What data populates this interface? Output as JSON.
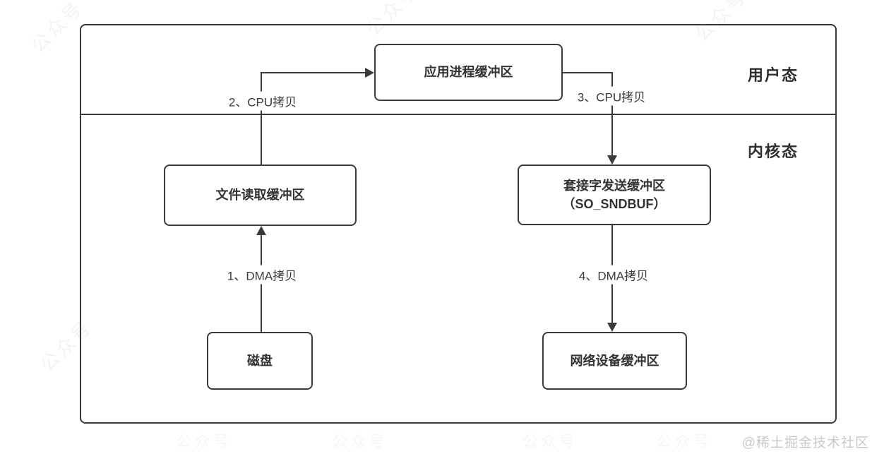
{
  "diagram": {
    "regions": {
      "user_mode": "用户态",
      "kernel_mode": "内核态"
    },
    "nodes": {
      "app_buffer": "应用进程缓冲区",
      "file_buffer": "文件读取缓冲区",
      "socket_buffer_line1": "套接字发送缓冲区",
      "socket_buffer_line2": "（SO_SNDBUF）",
      "disk": "磁盘",
      "network_buffer": "网络设备缓冲区"
    },
    "arrows": {
      "step1": "1、DMA拷贝",
      "step2": "2、CPU拷贝",
      "step3": "3、CPU拷贝",
      "step4": "4、DMA拷贝"
    },
    "colors": {
      "line": "#3a3a3a",
      "text": "#333333",
      "watermark": "#c9c9c9"
    }
  },
  "watermarks": {
    "community": "@稀土掘金技术社区",
    "faint": "公众号"
  }
}
